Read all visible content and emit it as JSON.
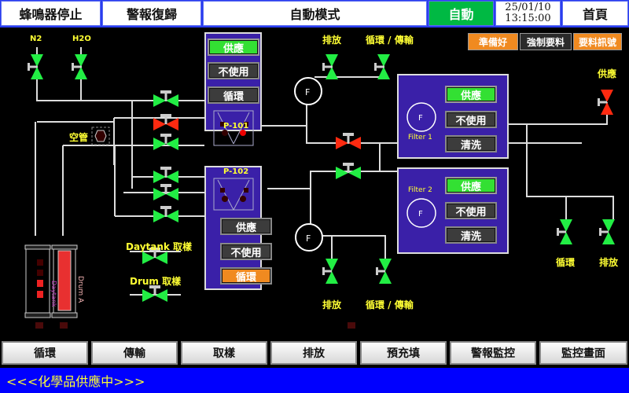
{
  "header": {
    "buzzer_stop": "蜂鳴器停止",
    "alarm_reset": "警報復歸",
    "mode_title": "自動模式",
    "mode_state": "自動",
    "date": "25/01/10",
    "time": "13:15:00",
    "home": "首頁"
  },
  "signals": {
    "ready": "準備好",
    "force_request": "強制要料",
    "request_signal": "要料訊號",
    "ready_color": "#f08a20",
    "force_color": "#2a2a2a",
    "request_color": "#f08a20"
  },
  "labels": {
    "n2": "N2",
    "h2o": "H2O",
    "empty_pipe": "空管",
    "drain_top": "排放",
    "circ_top": "循環 / 傳輸",
    "drain_bot": "排放",
    "circ_bot": "循環 / 傳輸",
    "supply_right": "供應",
    "circ_right": "循環",
    "drain_right": "排放",
    "daytank_sample": "Daytank 取樣",
    "drum_sample": "Drum 取樣",
    "daytank": "Daytank",
    "drum_a": "Drum A",
    "flow": "F"
  },
  "pump1": {
    "name": "P-101",
    "supply": "供應",
    "unused": "不使用",
    "circulate": "循環",
    "active": "supply"
  },
  "pump2": {
    "name": "P-102",
    "supply": "供應",
    "unused": "不使用",
    "circulate": "循環",
    "active": "circulate"
  },
  "filter1": {
    "name": "Filter 1",
    "supply": "供應",
    "unused": "不使用",
    "clean": "清洗",
    "active": "supply"
  },
  "filter2": {
    "name": "Filter 2",
    "supply": "供應",
    "unused": "不使用",
    "clean": "清洗",
    "active": "supply"
  },
  "valve_colors": {
    "open": "#22ee44",
    "closed": "#ff2a10"
  },
  "footer": {
    "buttons": [
      "循環",
      "傳輸",
      "取樣",
      "排放",
      "預充填",
      "警報監控",
      "監控畫面"
    ],
    "status": "<<<化學品供應中>>>"
  }
}
